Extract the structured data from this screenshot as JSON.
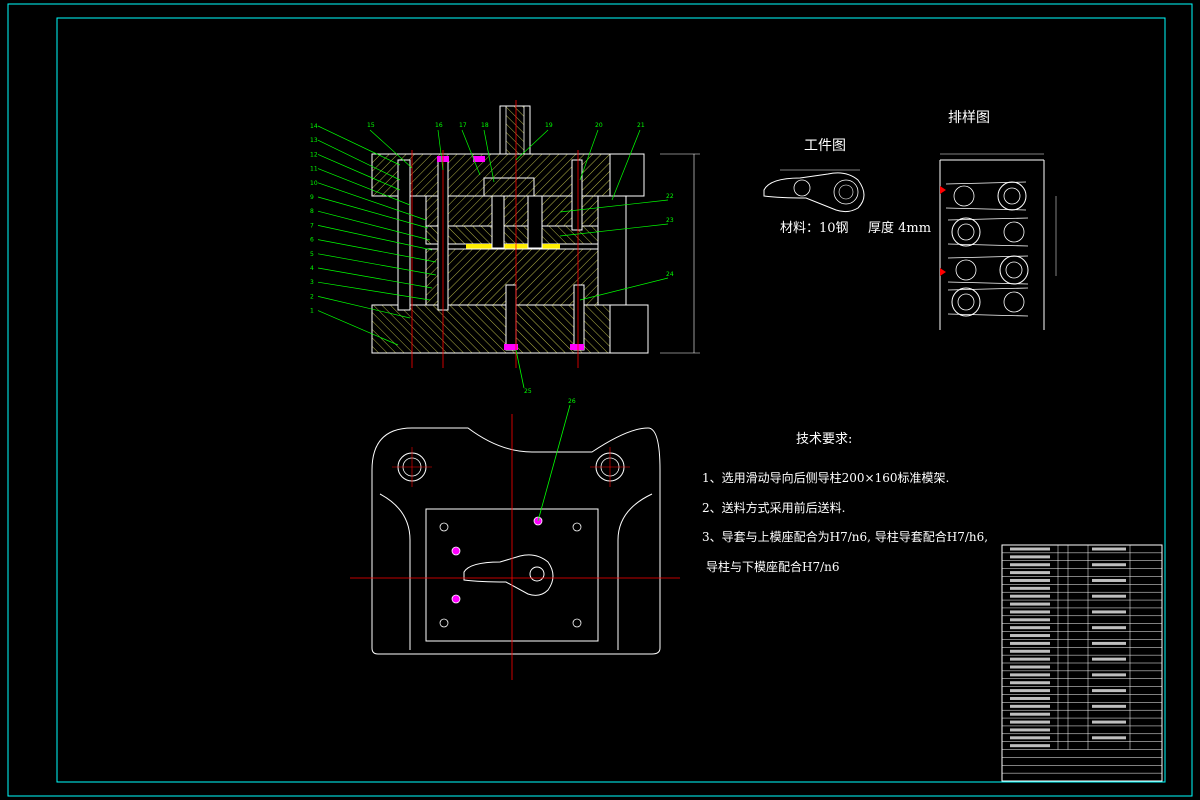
{
  "labels": {
    "workpiece_title": "工件图",
    "layout_title": "排样图",
    "material_label": "材料：10钢",
    "thickness_label": "厚度 4mm"
  },
  "tech": {
    "title": "技术要求:",
    "req1": "1、选用滑动导向后侧导柱200×160标准模架.",
    "req2": "2、送料方式采用前后送料.",
    "req3": "3、导套与上模座配合为H7/n6, 导柱导套配合H7/h6,",
    "req3b": "导柱与下模座配合H7/n6"
  },
  "balloons": {
    "left": [
      "14",
      "13",
      "12",
      "11",
      "10",
      "9",
      "8",
      "7",
      "6",
      "5",
      "4",
      "3",
      "2",
      "1"
    ],
    "top": [
      "15",
      "16",
      "17",
      "18",
      "19",
      "20",
      "21"
    ],
    "right": [
      "22",
      "23",
      "24"
    ],
    "bottom": "25",
    "plan": "26"
  },
  "colors": {
    "frame": "#00ffff",
    "outline": "#ffffff",
    "centerline": "#ff0000",
    "hatch": "#ffff00",
    "leader": "#00ff00",
    "bolt": "#ff00ff"
  }
}
